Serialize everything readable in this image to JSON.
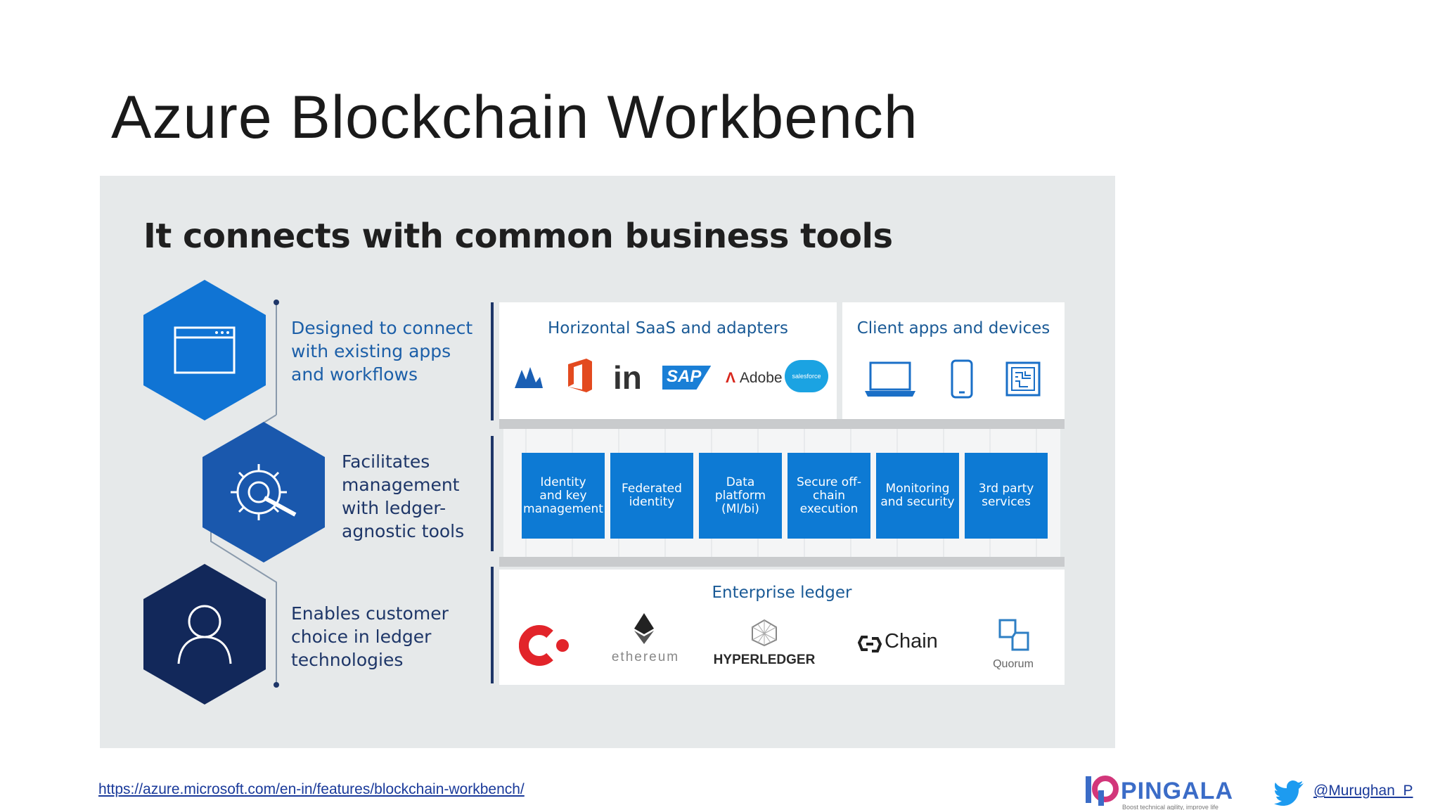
{
  "slide": {
    "title": "Azure Blockchain Workbench"
  },
  "panel": {
    "heading": "It connects with common business tools",
    "features": [
      {
        "lines": [
          "Designed to connect",
          "with existing apps",
          "and workflows"
        ],
        "icon": "app-window-icon"
      },
      {
        "lines": [
          "Facilitates",
          "management",
          "with ledger-",
          "agnostic tools"
        ],
        "icon": "gear-wrench-icon"
      },
      {
        "lines": [
          "Enables customer",
          "choice in ledger",
          "technologies"
        ],
        "icon": "user-icon"
      }
    ],
    "saas": {
      "title": "Horizontal SaaS and adapters",
      "logos": {
        "linkedin": "in",
        "sap": "SAP",
        "adobe": "Adobe",
        "salesforce": "salesforce"
      }
    },
    "client": {
      "title": "Client apps and devices"
    },
    "services": [
      {
        "lines": [
          "Identity",
          "and key",
          "management"
        ]
      },
      {
        "lines": [
          "Federated",
          "identity"
        ]
      },
      {
        "lines": [
          "Data",
          "platform",
          "(Ml/bi)"
        ]
      },
      {
        "lines": [
          "Secure off-",
          "chain",
          "execution"
        ]
      },
      {
        "lines": [
          "Monitoring",
          "and security"
        ]
      },
      {
        "lines": [
          "3rd party",
          "services"
        ]
      }
    ],
    "ledger": {
      "title": "Enterprise ledger",
      "logos": {
        "ethereum": "ethereum",
        "hyperledger": "HYPERLEDGER",
        "chain": "Chain",
        "quorum": "Quorum"
      }
    }
  },
  "footer": {
    "source_url": "https://azure.microsoft.com/en-in/features/blockchain-workbench/",
    "brand_name": "PINGALA",
    "brand_tagline": "Boost technical agility, improve life",
    "twitter_handle": "@Murughan_P"
  },
  "colors": {
    "hex_light_blue": "#1074d4",
    "hex_mid_blue": "#1a58ad",
    "hex_navy": "#12285a",
    "feature_text_blue": "#1c5fa8",
    "feature_text_navy": "#1e3668",
    "tile_blue": "#0d7ad4",
    "office_red": "#e34a1f",
    "corda_red": "#e2242a"
  }
}
